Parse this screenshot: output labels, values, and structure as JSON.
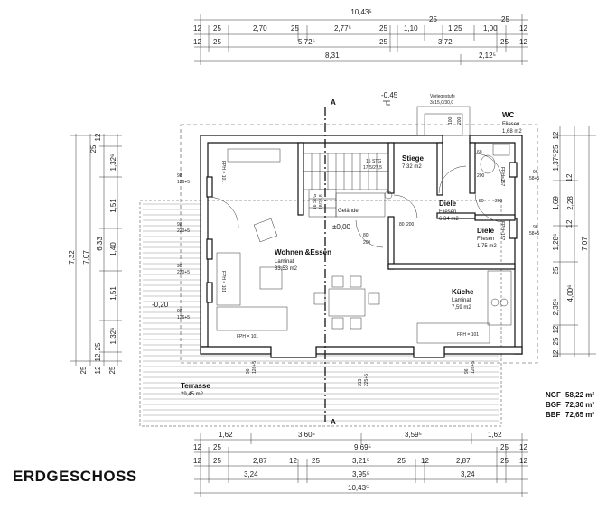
{
  "title": "ERDGESCHOSS",
  "areas": [
    {
      "key": "NGF",
      "value": "58,22 m²"
    },
    {
      "key": "BGF",
      "value": "72,30 m²"
    },
    {
      "key": "BBF",
      "value": "72,65 m²"
    }
  ],
  "section_label": "A",
  "levels": {
    "entrance": "-0,45",
    "ground": "±0,00",
    "terrace": "-0,20"
  },
  "rooms": {
    "wohnen": {
      "name": "Wohnen &Essen",
      "floor": "Laminat",
      "area": "33,53 m2"
    },
    "stiege": {
      "name": "Stiege",
      "area": "7,32 m2"
    },
    "diele1": {
      "name": "Diele",
      "floor": "Fliesen",
      "area": "6,34 m2"
    },
    "diele2": {
      "name": "Diele",
      "floor": "Fliesen",
      "area": "1,75 m2"
    },
    "wc": {
      "name": "WC",
      "floor": "Fliesen",
      "area": "1,68 m2"
    },
    "kueche": {
      "name": "Küche",
      "floor": "Laminat",
      "area": "7,59 m2"
    },
    "terrasse": {
      "name": "Terrasse",
      "area": "29,45 m2"
    }
  },
  "labels": {
    "gelaender": "Geländer",
    "vorlegestufe": "Vorlegestufe",
    "vorlegestufe_dim": "3x15,0/30,0",
    "stairs": "15 STG",
    "stairs_dim": "17,5/27,5",
    "stairs_lower": "16 STG",
    "stairs_lower_dim": "18/25,8",
    "fph101_a": "FPH = 101",
    "fph101_b": "FPH = 101",
    "fph101_c": "FPH = 101",
    "fph101_d": "FPH = 101",
    "fph101_e": "FPH = 101",
    "fph157_a": "FPH=157",
    "fph157_b": "FPH=157",
    "w98_1": "98",
    "w98_1b": "126+5",
    "w98_2": "98",
    "w98_2b": "220+5",
    "w98_3": "98",
    "w98_3b": "220+5",
    "w98_4": "98",
    "w98_4b": "126+5",
    "w96_1": "96",
    "w96_1b": "58+5",
    "w96_2": "96",
    "w96_2b": "58+5",
    "w315": "315",
    "w315b": "225+5",
    "w96_3": "96",
    "w96_3b": "126+5",
    "w96_4": "96",
    "w96_4b": "126+5",
    "d100": "100",
    "d200": "200",
    "d80a": "80",
    "d200a": "200",
    "d80b": "80",
    "d200b": "200",
    "d80c": "80",
    "d200c": "200",
    "d60": "60",
    "d200d": "200"
  },
  "dims_top": {
    "total": "10,43⁵",
    "r1": [
      "12",
      "25",
      "2,70",
      "25",
      "2,77⁵",
      "25",
      "1,10",
      "25",
      "1,25",
      "1,00",
      "25",
      "12"
    ],
    "r2": [
      "12",
      "25",
      "5,72⁶",
      "25",
      "3,72",
      "25",
      "12"
    ],
    "r3": [
      "8,31",
      "2,12⁵"
    ]
  },
  "dims_bottom": {
    "r1": [
      "1,62",
      "3,60⁵",
      "3,59⁵",
      "1,62"
    ],
    "r2": [
      "12",
      "25",
      "9,69⁵",
      "25",
      "12"
    ],
    "r3": [
      "12",
      "25",
      "2,87",
      "12",
      "25",
      "3,21⁵",
      "25",
      "12",
      "2,87",
      "25",
      "12"
    ],
    "r4": [
      "3,24",
      "3,95⁵",
      "3,24"
    ],
    "total": "10,43⁵"
  },
  "dims_left": {
    "total": "7,32",
    "c2": "7,07",
    "c3": "6,33",
    "segs": [
      "12",
      "25",
      "1,32⁶",
      "1,51",
      "1,40",
      "1,51",
      "1,32⁶",
      "25",
      "12"
    ],
    "bottom": [
      "25",
      "12",
      "25"
    ]
  },
  "dims_right": {
    "total": "7,07",
    "segs": [
      "12",
      "25",
      "1,37⁵",
      "12",
      "1,69",
      "12",
      "1,28⁶",
      "25",
      "2,35⁶",
      "12",
      "25",
      "12"
    ],
    "c2": [
      "2,28",
      "4,00⁶"
    ]
  }
}
